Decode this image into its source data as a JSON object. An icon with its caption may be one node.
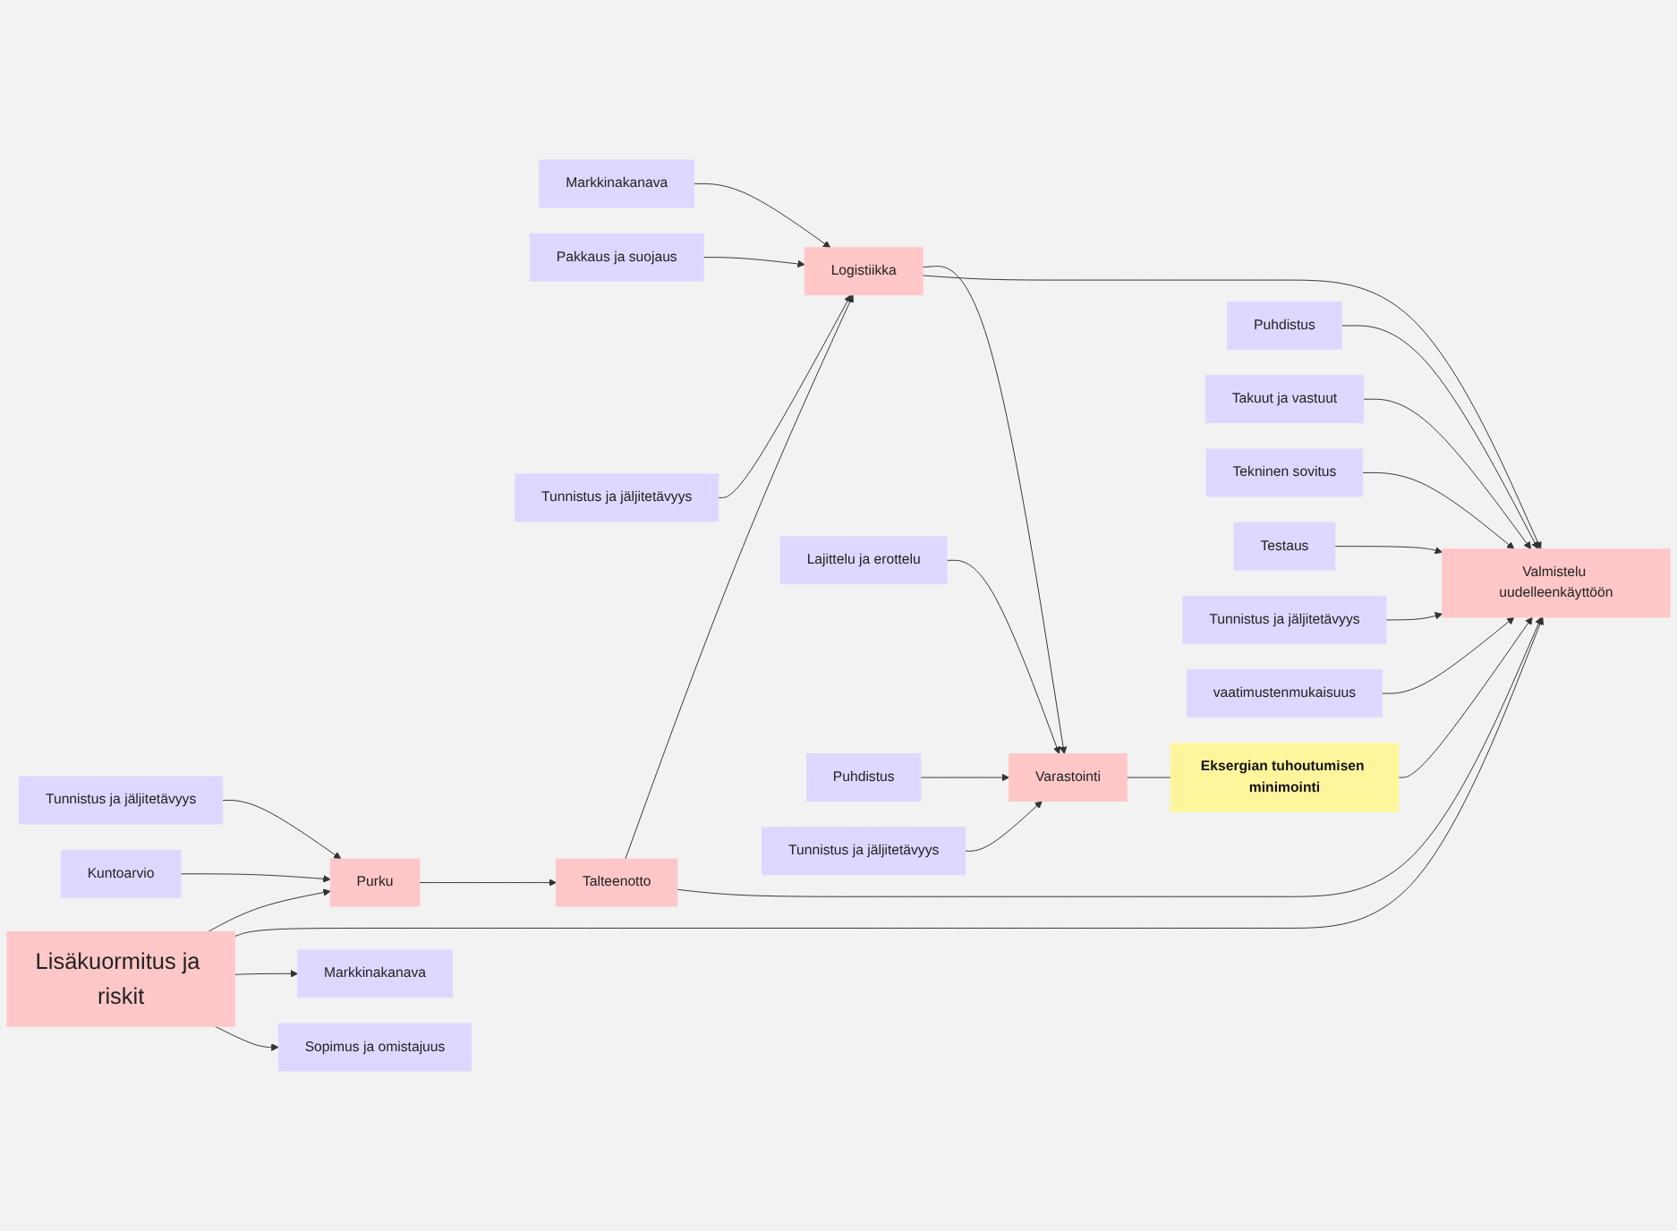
{
  "diagram": {
    "nodes": [
      {
        "text": [
          "Markkinakanava"
        ]
      },
      {
        "text": [
          "Pakkaus ja suojaus"
        ]
      },
      {
        "text": [
          "Tunnistus ja jäljitetävyys"
        ]
      },
      {
        "text": [
          "Logistiikka"
        ]
      },
      {
        "text": [
          "Lajittelu ja erottelu"
        ]
      },
      {
        "text": [
          "Varastointi"
        ]
      },
      {
        "text": [
          "Talteenotto"
        ]
      },
      {
        "text": [
          "Eksergian tuhoutumisen minimointi"
        ]
      },
      {
        "text": [
          "Puhdistus"
        ]
      },
      {
        "text": [
          "Tunnistus ja jäljitetävyys"
        ]
      },
      {
        "text": [
          "Tunnistus ja jäljitetävyys"
        ]
      },
      {
        "text": [
          "Kuntoarvio"
        ]
      },
      {
        "text": [
          "Purku"
        ]
      },
      {
        "text": [
          "Valmistelu uudelleenkäyttöön"
        ]
      },
      {
        "text": [
          "Puhdistus"
        ]
      },
      {
        "text": [
          "Markkinakanava"
        ]
      },
      {
        "text": [
          "Takuut ja vastuut"
        ]
      },
      {
        "text": [
          "Tekninen sovitus"
        ]
      },
      {
        "text": [
          "Sopimus ja omistajuus"
        ]
      },
      {
        "text": [
          "Testaus"
        ]
      },
      {
        "text": [
          "Tunnistus ja jäljitetävyys"
        ]
      },
      {
        "text": [
          "Lisäkuormitus ja riskit"
        ]
      },
      {
        "text": [
          "vaatimustenmukaisuus"
        ]
      }
    ],
    "edges": [
      {
        "from": 0,
        "to": 3,
        "arrow": "to"
      },
      {
        "from": 1,
        "to": 3,
        "arrow": "to"
      },
      {
        "from": 2,
        "to": 3,
        "arrow": "to"
      },
      {
        "from": 3,
        "to": 5,
        "arrow": "to"
      },
      {
        "from": 4,
        "to": 5,
        "arrow": "to"
      },
      {
        "from": 8,
        "to": 5,
        "arrow": "to"
      },
      {
        "from": 10,
        "to": 5,
        "arrow": "to"
      },
      {
        "from": 9,
        "to": 12,
        "arrow": "to"
      },
      {
        "from": 11,
        "to": 12,
        "arrow": "to"
      },
      {
        "from": 12,
        "to": 6,
        "arrow": "to"
      },
      {
        "from": 6,
        "to": 3,
        "arrow": "to"
      },
      {
        "from": 6,
        "to": 13,
        "arrow": "to"
      },
      {
        "from": 3,
        "to": 13,
        "arrow": "to"
      },
      {
        "from": 5,
        "to": 7,
        "arrow": "none"
      },
      {
        "from": 7,
        "to": 13,
        "arrow": "to"
      },
      {
        "from": 14,
        "to": 13,
        "arrow": "to"
      },
      {
        "from": 16,
        "to": 13,
        "arrow": "to"
      },
      {
        "from": 17,
        "to": 13,
        "arrow": "to"
      },
      {
        "from": 19,
        "to": 13,
        "arrow": "to"
      },
      {
        "from": 20,
        "to": 13,
        "arrow": "to"
      },
      {
        "from": 22,
        "to": 13,
        "arrow": "to"
      },
      {
        "from": 21,
        "to": 12,
        "arrow": "to"
      },
      {
        "from": 21,
        "to": 13,
        "arrow": "to"
      },
      {
        "from": 21,
        "to": 15,
        "arrow": "to"
      },
      {
        "from": 21,
        "to": 18,
        "arrow": "to"
      }
    ]
  }
}
